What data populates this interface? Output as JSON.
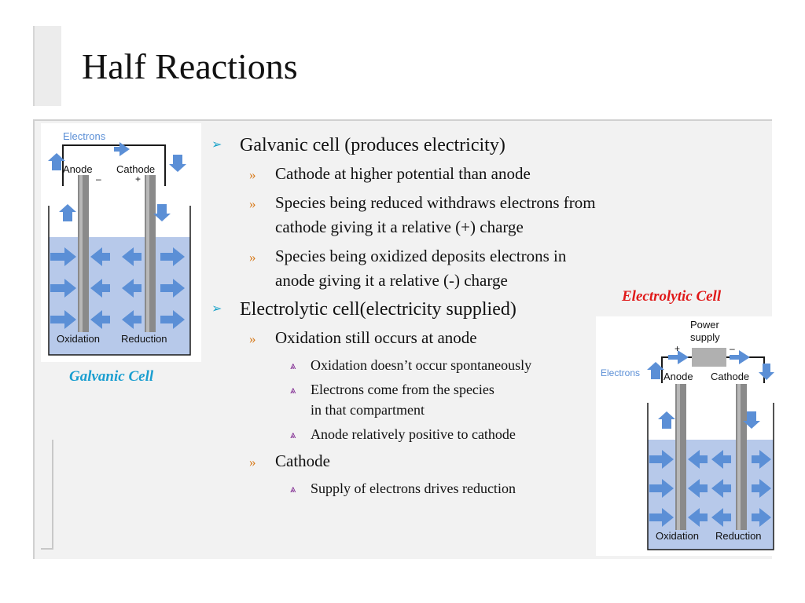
{
  "slide": {
    "title": "Half Reactions"
  },
  "bullets": [
    {
      "level": 1,
      "text": "Galvanic cell (produces electricity)"
    },
    {
      "level": 2,
      "text": "Cathode at higher potential than anode"
    },
    {
      "level": 2,
      "text": "Species being reduced withdraws electrons from cathode giving it a relative (+) charge"
    },
    {
      "level": 2,
      "text": "Species being oxidized deposits electrons in anode giving it a relative (-) charge"
    },
    {
      "level": 1,
      "text": "Electrolytic cell(electricity supplied)"
    },
    {
      "level": 2,
      "text": "Oxidation still occurs at anode"
    },
    {
      "level": 3,
      "text": "Oxidation doesn’t occur spontaneously"
    },
    {
      "level": 3,
      "text": "Electrons come from the species in that compartment"
    },
    {
      "level": 3,
      "text": "Anode relatively positive to cathode"
    },
    {
      "level": 2,
      "text": "Cathode"
    },
    {
      "level": 3,
      "text": "Supply of electrons drives reduction"
    }
  ],
  "markers": {
    "l1": "➢",
    "l2": "»",
    "l3": "⩓"
  },
  "galvanic": {
    "caption": "Galvanic Cell",
    "electrons": "Electrons",
    "anode": "Anode",
    "cathode": "Cathode",
    "minus": "–",
    "plus": "+",
    "oxidation": "Oxidation",
    "reduction": "Reduction"
  },
  "electrolytic": {
    "caption": "Electrolytic Cell",
    "power_line1": "Power",
    "power_line2": "supply",
    "electrons": "Electrons",
    "anode": "Anode",
    "cathode": "Cathode",
    "plus": "+",
    "minus": "–",
    "oxidation": "Oxidation",
    "reduction": "Reduction"
  },
  "colors": {
    "arrow": "#5b8fd6",
    "solution": "#b7c9ea",
    "electrode": "#8a8a8a",
    "galvanic_caption": "#1a9ed0",
    "electrolytic_caption": "#e01a1a"
  }
}
